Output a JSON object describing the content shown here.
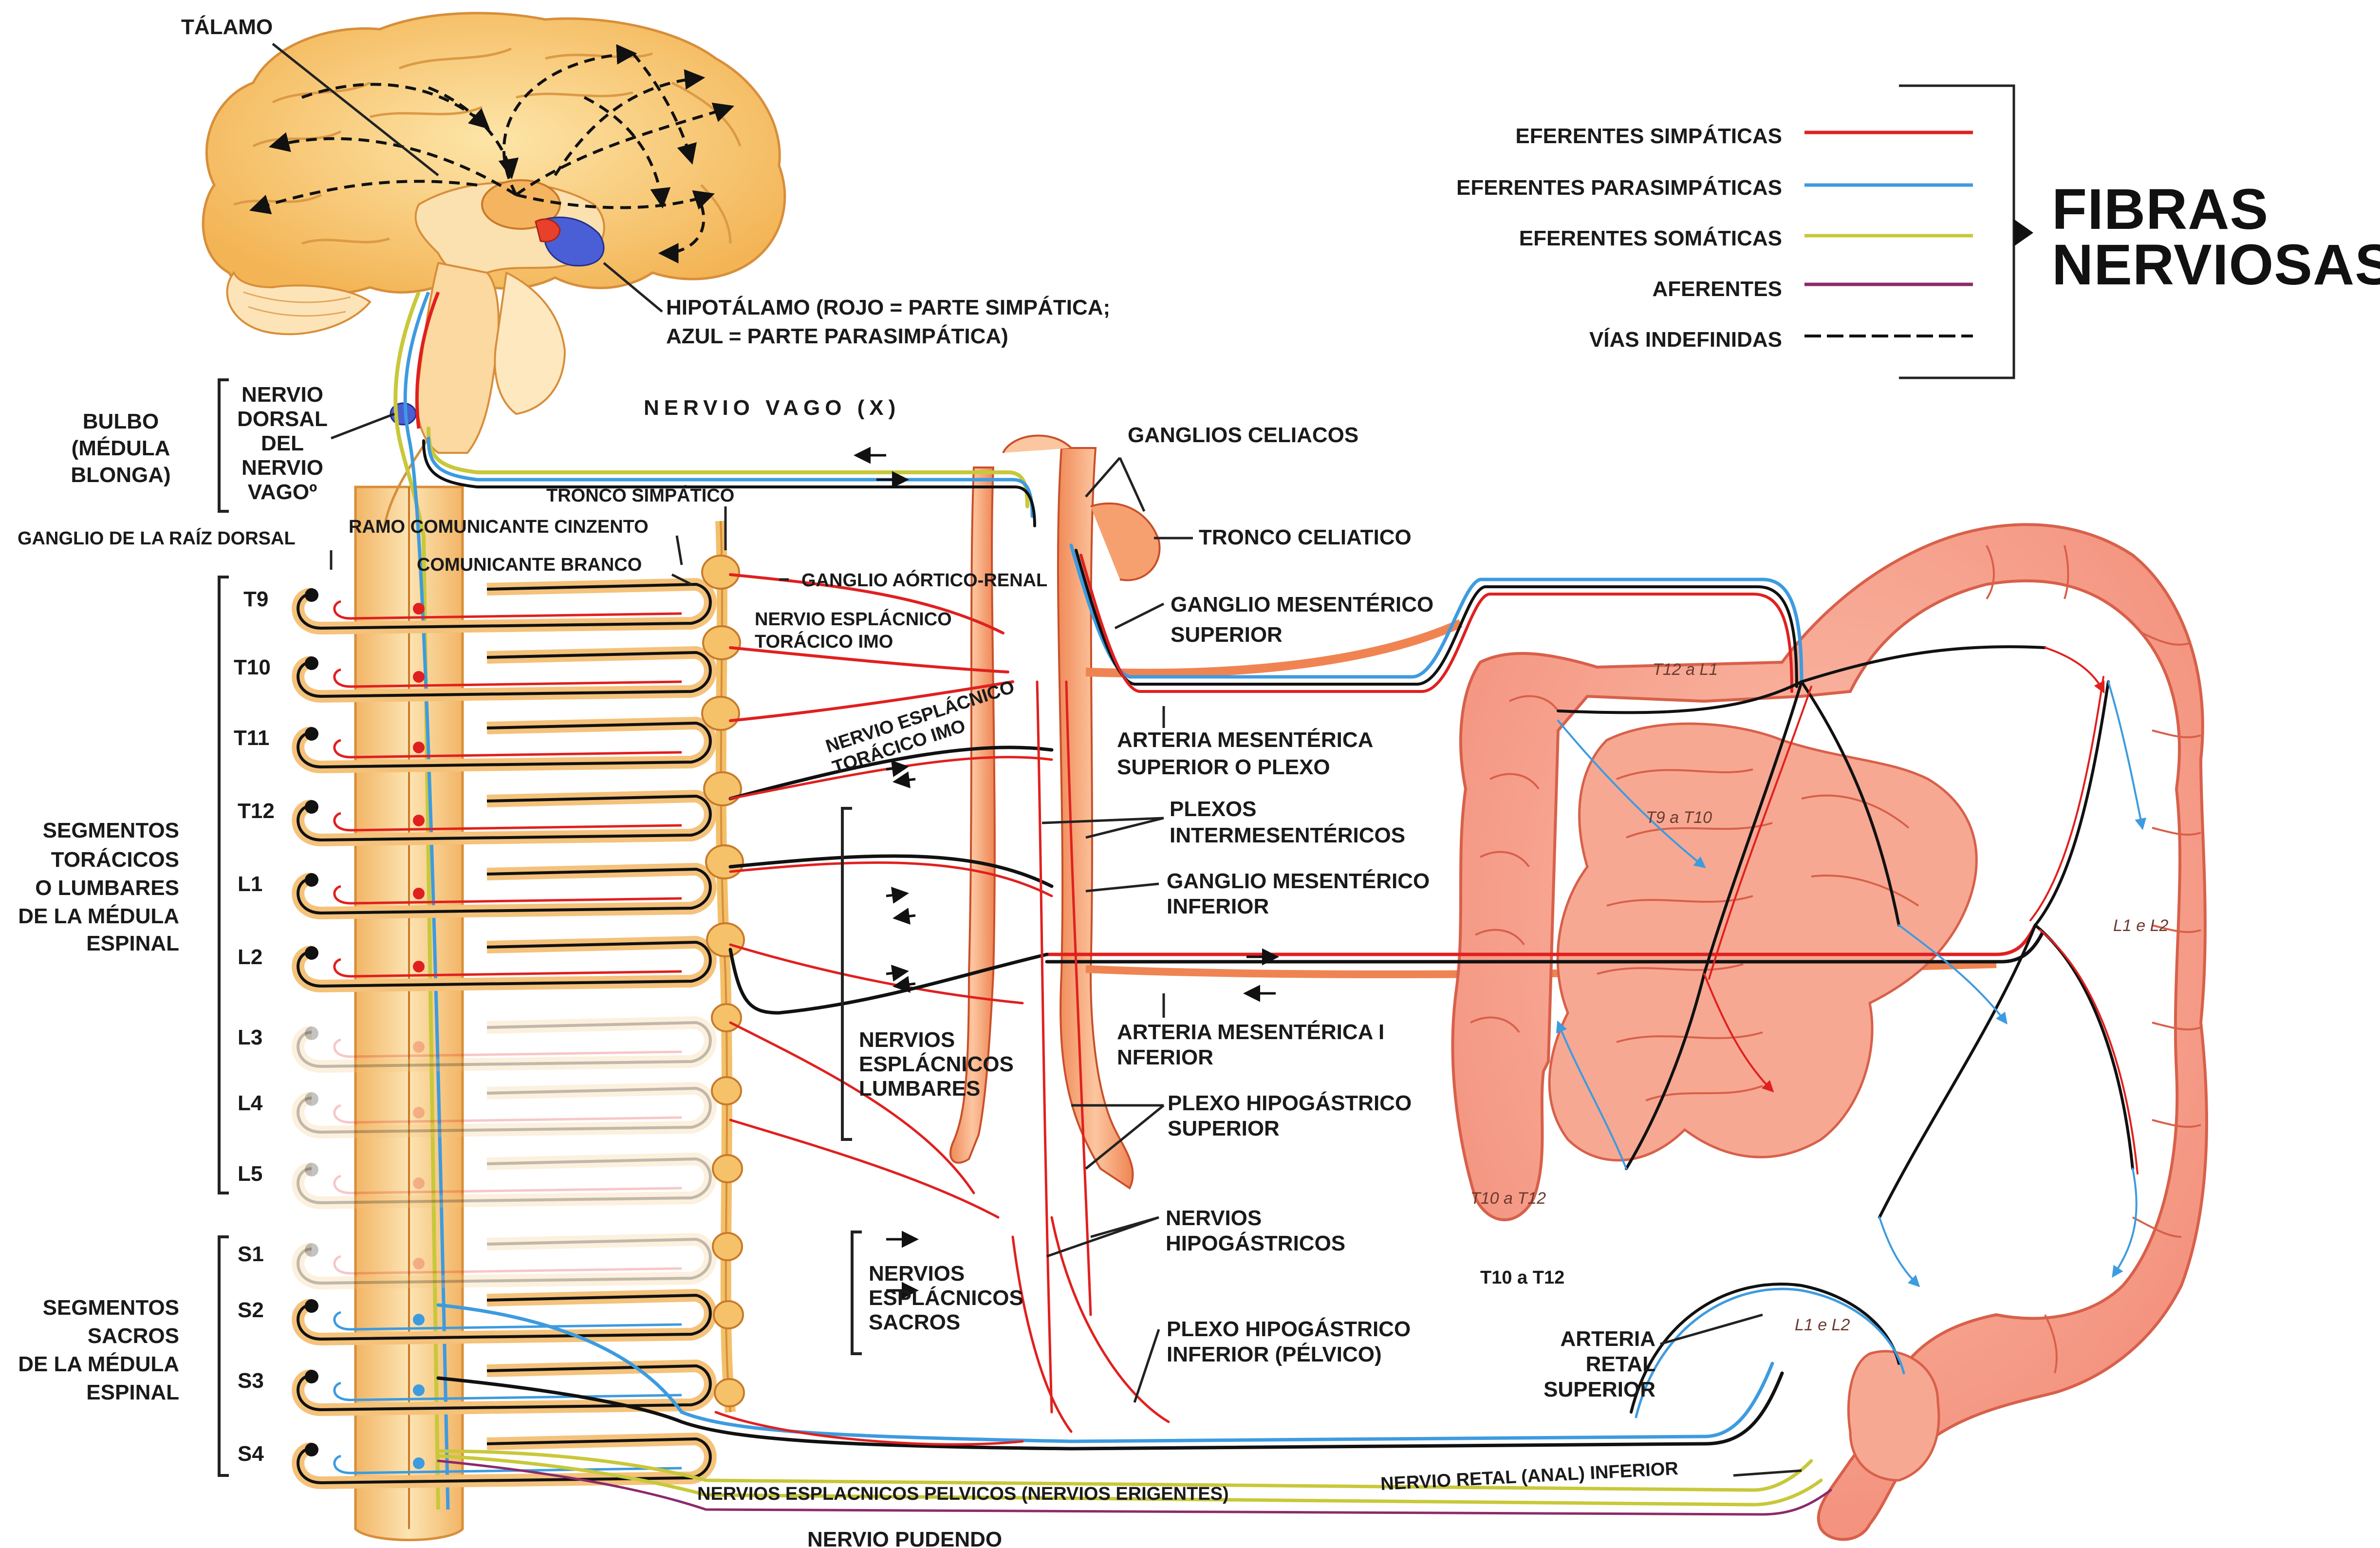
{
  "legend": {
    "title_line1": "FIBRAS",
    "title_line2": "NERVIOSAS",
    "items": [
      {
        "label": "EFERENTES SIMPÁTICAS",
        "color": "#e0201f",
        "style": "solid"
      },
      {
        "label": "EFERENTES PARASIMPÁTICAS",
        "color": "#3d9be0",
        "style": "solid"
      },
      {
        "label": "EFERENTES SOMÁTICAS",
        "color": "#c8c83a",
        "style": "solid"
      },
      {
        "label": "AFERENTES",
        "color": "#8c2a6a",
        "style": "solid"
      },
      {
        "label": "VÍAS INDEFINIDAS",
        "color": "#111111",
        "style": "dashed"
      }
    ]
  },
  "labels": {
    "talamo": "TÁLAMO",
    "hipotalamo_1": "HIPOTÁLAMO (ROJO = PARTE SIMPÁTICA;",
    "hipotalamo_2": "AZUL = PARTE PARASIMPÁTICA)",
    "bulbo": [
      "BULBO",
      "(MÉDULA",
      "BLONGA)"
    ],
    "nervio_dorsal": [
      "NERVIO",
      "DORSAL",
      "DEL",
      "NERVIO",
      "VAGOº"
    ],
    "nervio_vago": "NERVIO VAGO (X)",
    "ganglios_celiacos": "GANGLIOS CELIACOS",
    "tronco_celiatico": "TRONCO CELIATICO",
    "tronco_simpatico": "TRONCO SIMPÁTICO",
    "ramo_comunicante": "RAMO COMUNICANTE CINZENTO",
    "ganglio_raiz_dorsal": "GANGLIO DE LA RAÍZ DORSAL",
    "comunicante_branco": "COMUNICANTE BRANCO",
    "ganglio_aortico": "GANGLIO AÓRTICO-RENAL",
    "ganglio_mesenterico_sup": [
      "GANGLIO MESENTÉRICO",
      "SUPERIOR"
    ],
    "nervio_esplacnico_imo": [
      "NERVIO ESPLÁCNICO",
      "TORÁCICO IMO"
    ],
    "nervio_esplacnico_imo_2": [
      "NERVIO ESPLÁCNICO",
      "TORÁCICO IMO"
    ],
    "arteria_mes_sup": [
      "ARTERIA MESENTÉRICA",
      "SUPERIOR O PLEXO"
    ],
    "plexos_intermes": [
      "PLEXOS",
      "INTERMESENTÉRICOS"
    ],
    "ganglio_mes_inf": [
      "GANGLIO MESENTÉRICO",
      "INFERIOR"
    ],
    "segmentos_toracicos": [
      "SEGMENTOS",
      "TORÁCICOS",
      "O LUMBARES",
      "DE LA MÉDULA",
      "ESPINAL"
    ],
    "nervios_esplacnicos_lumbares": [
      "NERVIOS",
      "ESPLÁCNICOS",
      "LUMBARES"
    ],
    "arteria_mes_inf": [
      "ARTERIA MESENTÉRICA I",
      "NFERIOR"
    ],
    "plexo_hipogastrico_sup": [
      "PLEXO HIPOGÁSTRICO",
      "SUPERIOR"
    ],
    "nervios_hipogastricos": [
      "NERVIOS",
      "HIPOGÁSTRICOS"
    ],
    "segmentos_sacros": [
      "SEGMENTOS",
      "SACROS",
      "DE LA MÉDULA",
      "ESPINAL"
    ],
    "nervios_esplacnicos_sacros": [
      "NERVIOS",
      "ESPLÁCNICOS",
      "SACROS"
    ],
    "plexo_hipogastrico_inf": [
      "PLEXO HIPOGÁSTRICO",
      "INFERIOR (PÉLVICO)"
    ],
    "arteria_retal_sup": [
      "ARTERIA",
      "RETAL",
      "SUPERIOR"
    ],
    "t10_t12": "T10 a T12",
    "nervio_retal": "NERVIO RETAL (ANAL) INFERIOR",
    "nervios_pelvicos": "NERVIOS ESPLACNICOS PELVICOS (NERVIOS ERIGENTES)",
    "nervio_pudendo": "NERVIO PUDENDO"
  },
  "segments": {
    "thoracolumbar": [
      "T9",
      "T10",
      "T11",
      "T12",
      "L1",
      "L2",
      "L3",
      "L4",
      "L5"
    ],
    "sacral": [
      "S1",
      "S2",
      "S3",
      "S4"
    ]
  },
  "colon_labels": {
    "t12_l1": "T12 a L1",
    "t9_t10": "T9 a T10",
    "l1_l2_right": "L1 e L2",
    "t10_t12": "T10 a T12",
    "l1_l2_low": "L1 e L2"
  }
}
